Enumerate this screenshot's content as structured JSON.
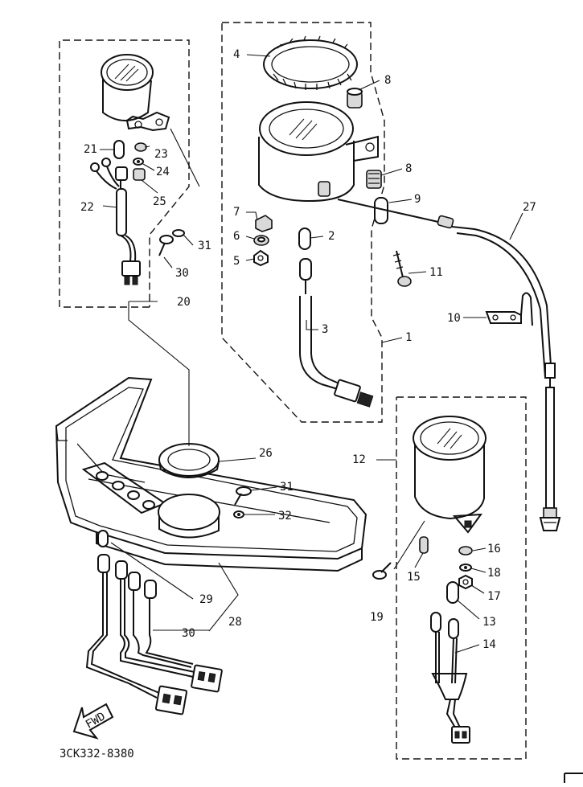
{
  "diagram": {
    "code": "3CK332-8380",
    "fwd_label": "FWD",
    "callouts": {
      "c1": "1",
      "c2": "2",
      "c3": "3",
      "c4": "4",
      "c5": "5",
      "c6": "6",
      "c7": "7",
      "c8a": "8",
      "c8b": "8",
      "c9": "9",
      "c10": "10",
      "c11": "11",
      "c12": "12",
      "c13": "13",
      "c14": "14",
      "c15": "15",
      "c16": "16",
      "c17": "17",
      "c18": "18",
      "c19": "19",
      "c20": "20",
      "c21": "21",
      "c22": "22",
      "c23": "23",
      "c24": "24",
      "c25": "25",
      "c26": "26",
      "c27": "27",
      "c28": "28",
      "c29": "29",
      "c30a": "30",
      "c30b": "30",
      "c31a": "31",
      "c31b": "31",
      "c32": "32"
    }
  }
}
